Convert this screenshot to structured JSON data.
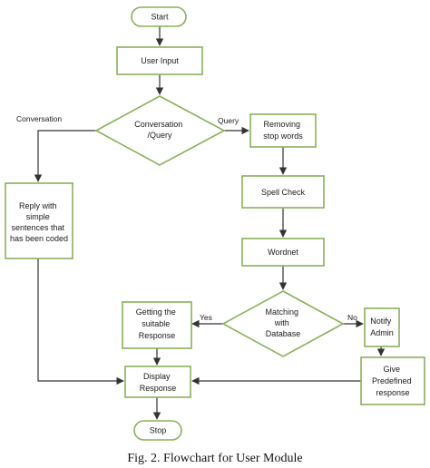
{
  "nodes": {
    "start": [
      "Start"
    ],
    "user_input": [
      "User Input"
    ],
    "conv_query": [
      "Conversation",
      "/Query"
    ],
    "removing_stop": [
      "Removing",
      "stop words"
    ],
    "reply": [
      "Reply with",
      "simple",
      "sentences that",
      "has been coded"
    ],
    "spell_check": [
      "Spell Check"
    ],
    "wordnet": [
      "Wordnet"
    ],
    "matching": [
      "Matching",
      "with",
      "Database"
    ],
    "getting": [
      "Getting the",
      "suitable",
      "Response"
    ],
    "notify": [
      "Notify",
      "Admin"
    ],
    "give_predef": [
      "Give",
      "Predefined",
      "response"
    ],
    "display": [
      "Display",
      "Response"
    ],
    "stop": [
      "Stop"
    ]
  },
  "edges": {
    "conversation_label": "Conversation",
    "query_label": "Query",
    "yes_label": "Yes",
    "no_label": "No"
  },
  "caption": "Fig. 2. Flowchart for User Module",
  "colors": {
    "node_border": "#88b05a",
    "edge": "#333333"
  }
}
